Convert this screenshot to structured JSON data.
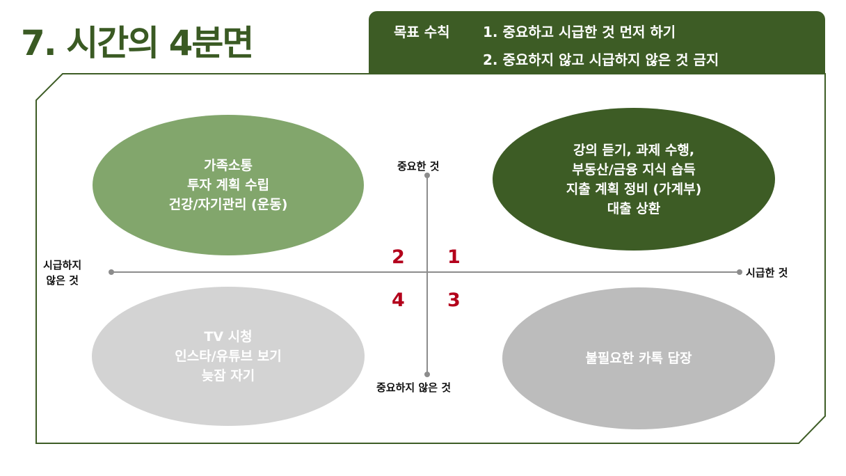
{
  "title": "7. 시간의 4분면",
  "rules": {
    "label": "목표 수칙",
    "line1": "1. 중요하고 시급한 것 먼저 하기",
    "line2": "2. 중요하지 않고 시급하지 않은 것 금지"
  },
  "axes": {
    "top": "중요한 것",
    "bottom": "중요하지 않은 것",
    "left_line1": "시급하지",
    "left_line2": "않은 것",
    "right": "시급한 것"
  },
  "quadrants": {
    "q1": {
      "number": "1",
      "lines": [
        "강의 듣기, 과제 수행,",
        "부동산/금융 지식 습득",
        "지출 계획 정비 (가계부)",
        "대출 상환"
      ]
    },
    "q2": {
      "number": "2",
      "lines": [
        "가족소통",
        "투자 계획 수립",
        "건강/자기관리 (운동)"
      ]
    },
    "q3": {
      "number": "3",
      "lines": [
        "불필요한 카톡 답장"
      ]
    },
    "q4": {
      "number": "4",
      "lines": [
        "TV 시청",
        "인스타/유튜브 보기",
        "늦잠 자기"
      ]
    }
  },
  "colors": {
    "dark_green": "#3d5c25",
    "light_green": "#82a66c",
    "light_gray": "#d3d3d3",
    "gray": "#bcbcbc",
    "number_red": "#b3001b"
  }
}
